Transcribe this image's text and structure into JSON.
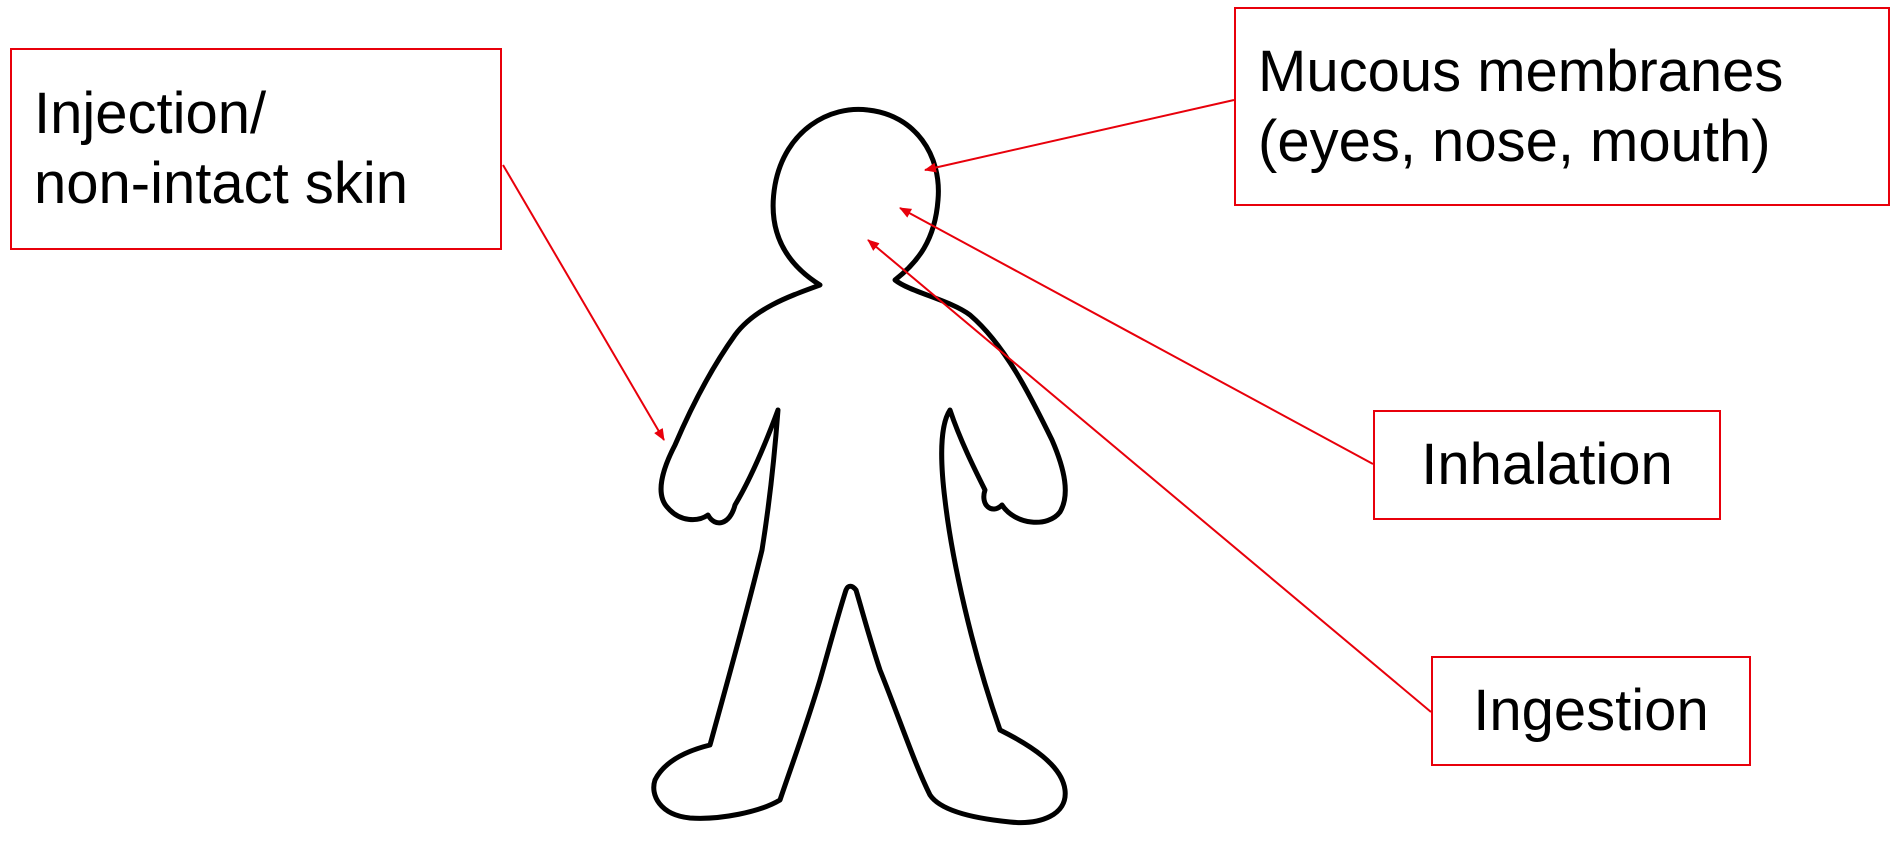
{
  "labels": {
    "injection": {
      "line1": "Injection/",
      "line2": "non-intact skin"
    },
    "mucous": {
      "line1": "Mucous membranes",
      "line2": "(eyes, nose, mouth)"
    },
    "inhalation": "Inhalation",
    "ingestion": "Ingestion"
  },
  "colors": {
    "box_border": "#e8000b",
    "arrow": "#e8000b",
    "figure_outline": "#000000"
  }
}
